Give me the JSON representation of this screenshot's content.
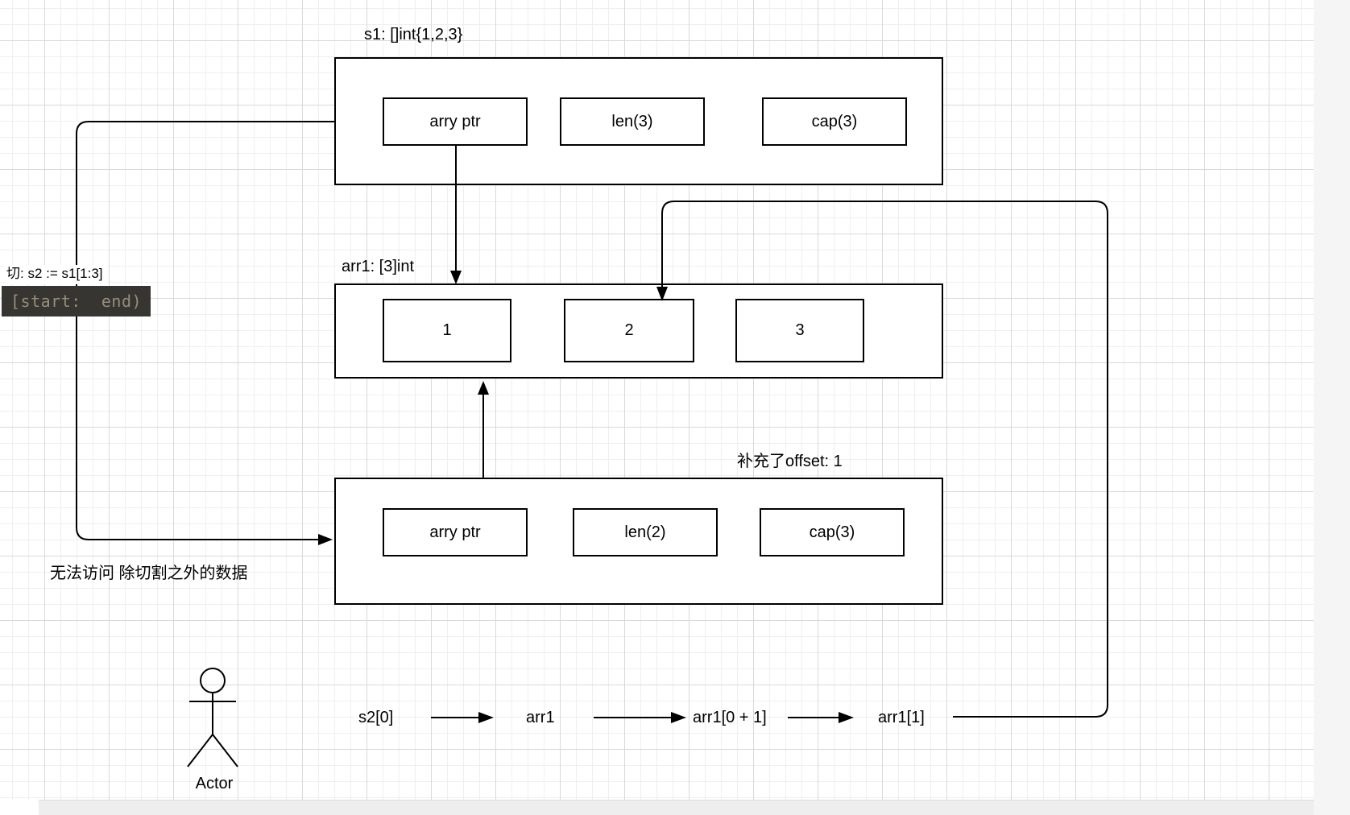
{
  "diagram": {
    "s1": {
      "title": "s1: []int{1,2,3}",
      "cells": [
        "arry ptr",
        "len(3)",
        "cap(3)"
      ]
    },
    "arr1": {
      "title": "arr1: [3]int",
      "cells": [
        "1",
        "2",
        "3"
      ]
    },
    "s2": {
      "title": "补充了offset: 1",
      "cells": [
        "arry ptr",
        "len(2)",
        "cap(3)"
      ]
    },
    "labels": {
      "slice_expr": "切:  s2 := s1[1:3]",
      "range_notation": "[start:  end)",
      "note": "无法访问 除切割之外的数据",
      "actor": "Actor"
    },
    "flow": [
      "s2[0]",
      "arr1",
      "arr1[0 + 1]",
      "arr1[1]"
    ],
    "colors": {
      "stroke": "#000000",
      "code_bg": "#363531",
      "code_fg": "#958e79",
      "grid_minor": "#efefef",
      "grid_major": "#d9d9d9",
      "panel": "#f5f5f5"
    }
  }
}
